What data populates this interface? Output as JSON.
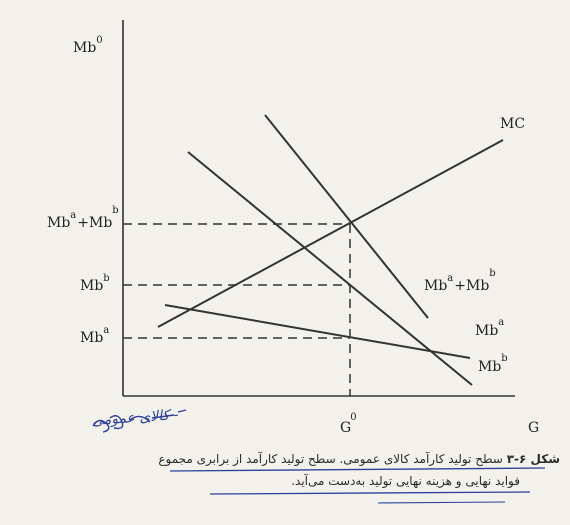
{
  "labels": {
    "y_axis": {
      "base": "Mb",
      "sup": "0"
    },
    "y_sum": {
      "p1_base": "Mb",
      "p1_sup": "a",
      "plus": "+",
      "p2_base": "Mb",
      "p2_sup": "b"
    },
    "y_b": {
      "base": "Mb",
      "sup": "b"
    },
    "y_a": {
      "base": "Mb",
      "sup": "a"
    },
    "mc": "MC",
    "sum_curve": {
      "p1_base": "Mb",
      "p1_sup": "a",
      "plus": "+",
      "p2_base": "Mb",
      "p2_sup": "b"
    },
    "curve_a": {
      "base": "Mb",
      "sup": "a"
    },
    "curve_b": {
      "base": "Mb",
      "sup": "b"
    },
    "x_axis": "G",
    "x_star": {
      "base": "G",
      "sup": "0"
    }
  },
  "caption": {
    "figure_label": "شکل ۶-۳",
    "line1": "سطح تولید کارآمد کالای عمومی. سطح تولید کارآمد از برابری مجموع",
    "line2": "فواید نهایی و هزینه نهایی تولید به‌دست می‌آید."
  },
  "handwritten_note": "کالای عمومی -",
  "colors": {
    "ink": "#2a2a2a",
    "pen": "#2c3f9a",
    "paper": "#f3f1ec"
  }
}
